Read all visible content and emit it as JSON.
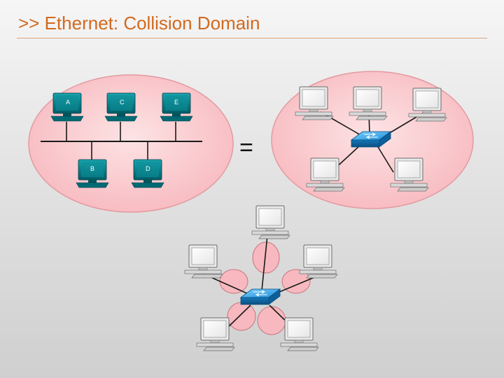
{
  "slide": {
    "title": ">> Ethernet: Collision Domain"
  },
  "bus_network": {
    "hosts": [
      "A",
      "C",
      "E",
      "B",
      "D"
    ]
  },
  "equals_symbol": "=",
  "colors": {
    "title": "#d2691e",
    "collision_domain_fill": "#fbd0d3",
    "collision_domain_edge": "#e39aa0",
    "switch": "#1c8fd6",
    "host_monitor": "#007a84"
  }
}
